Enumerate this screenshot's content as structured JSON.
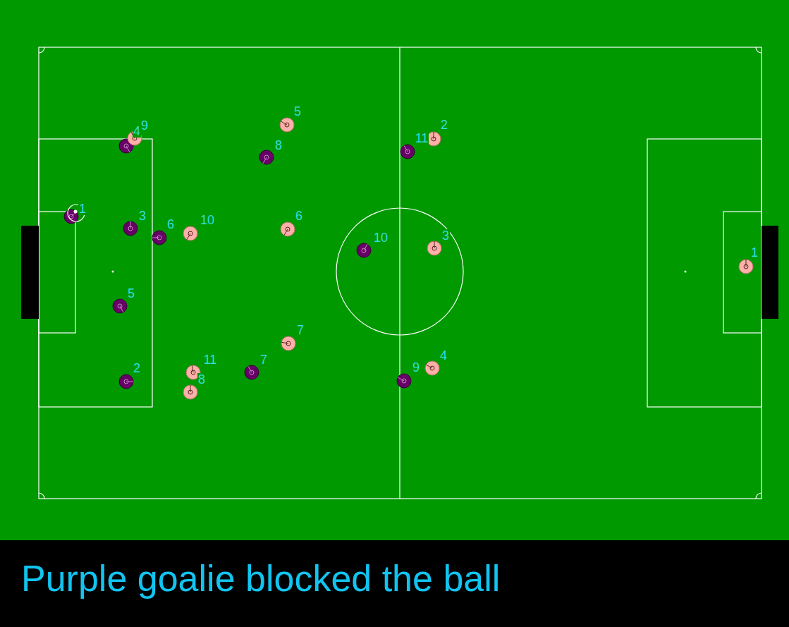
{
  "diagram": {
    "caption": "Purple goalie blocked the ball",
    "labels": [
      "5",
      "2",
      "9",
      "4",
      "11",
      "8",
      "1",
      "3",
      "6",
      "10",
      "6",
      "3",
      "10",
      "1",
      "5",
      "7",
      "4",
      "11",
      "7",
      "9",
      "2",
      "8"
    ]
  }
}
